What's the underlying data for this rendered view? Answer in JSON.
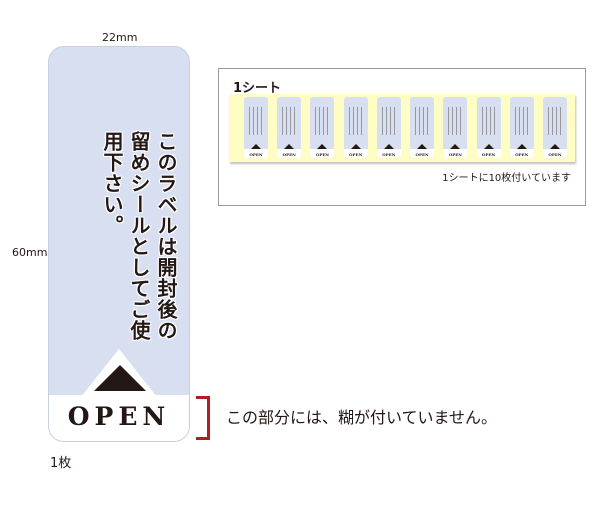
{
  "dimensions": {
    "width": "22mm",
    "height": "60mm"
  },
  "label": {
    "message": "このラベルは開封後の留めシールとしてご使用下さい。",
    "open_text": "OPEN",
    "colors": {
      "body": "#d7dff0",
      "bottom": "#ffffff",
      "triangle": "#231815"
    }
  },
  "count_label": "1枚",
  "annotation": {
    "text": "この部分には、糊が付いていません。",
    "bracket_color": "#b01e23"
  },
  "sheet": {
    "title": "1シート",
    "caption": "1シートに10枚付いています",
    "background": "#fefdc4",
    "labels": [
      {
        "open": "OPEN"
      },
      {
        "open": "OPEN"
      },
      {
        "open": "OPEN"
      },
      {
        "open": "OPEN"
      },
      {
        "open": "OPEN"
      },
      {
        "open": "OPEN"
      },
      {
        "open": "OPEN"
      },
      {
        "open": "OPEN"
      },
      {
        "open": "OPEN"
      },
      {
        "open": "OPEN"
      }
    ]
  }
}
